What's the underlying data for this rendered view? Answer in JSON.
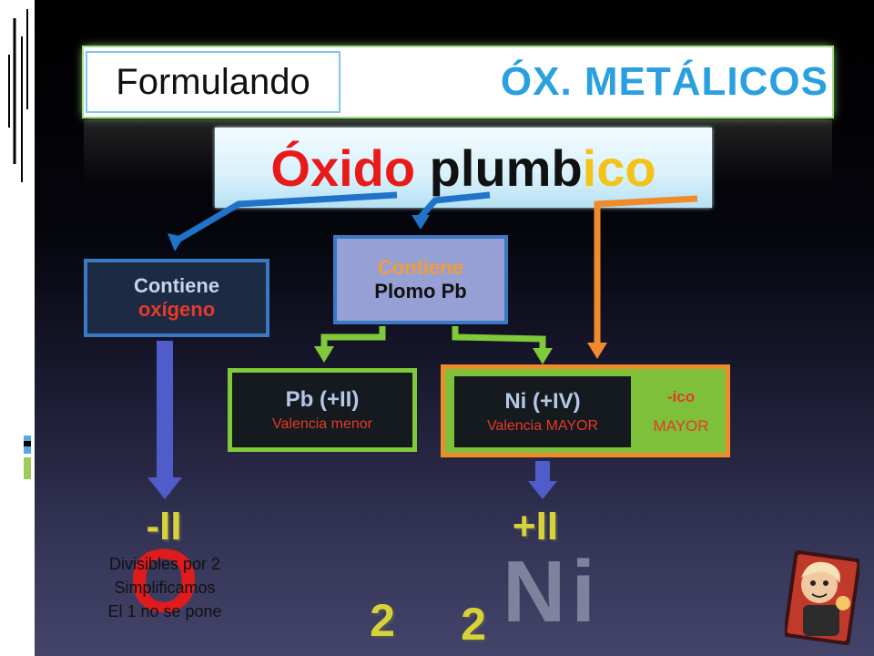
{
  "header": {
    "left_label": "Formulando",
    "right_label": "ÓX. METÁLICOS"
  },
  "oxide_name": {
    "part1": "Óxido",
    "part2": "plumb",
    "part3": "ico"
  },
  "boxes": {
    "oxygen": {
      "line1": "Contiene",
      "line2": "oxígeno"
    },
    "lead": {
      "line1": "Contiene",
      "line2": "Plomo Pb"
    },
    "low_valence": {
      "value": "Pb (+II)",
      "desc": "Valencia menor"
    },
    "high_valence": {
      "value": "Ni (+IV)",
      "desc": "Valencia MAYOR"
    },
    "suffix": {
      "label": "-ico",
      "desc": "MAYOR"
    }
  },
  "formula": {
    "oxygen_valence": "-II",
    "metal_valence": "+II",
    "oxygen_symbol": "O",
    "metal_symbol": "Ni",
    "oxygen_subscript": "2",
    "metal_subscript": "2",
    "note_lines": [
      "Divisibles por 2",
      "Simplificamos",
      "El 1 no se pone"
    ]
  },
  "colors": {
    "accent_blue": "#2ba0e0",
    "red": "#e81a1a",
    "yellow": "#f3c318",
    "green": "#80c93a",
    "orange": "#f08b2c"
  }
}
